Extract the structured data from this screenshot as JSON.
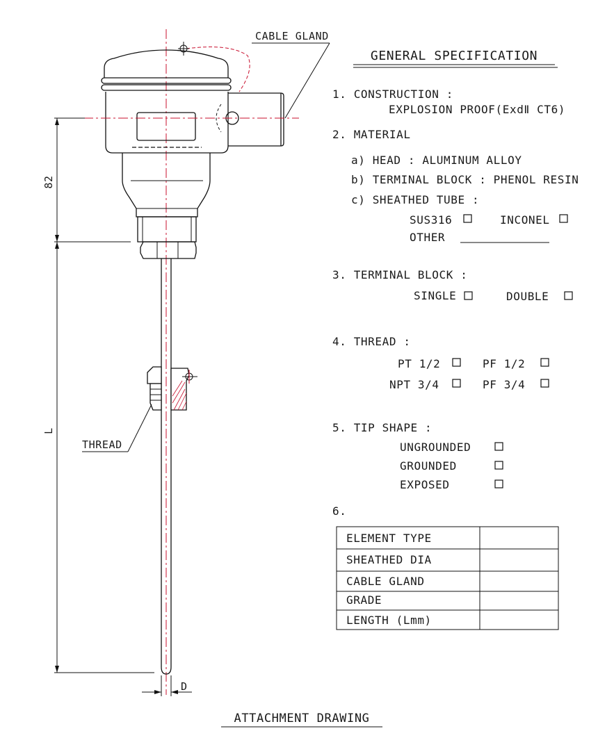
{
  "drawing": {
    "callouts": {
      "cable_gland": "CABLE GLAND",
      "thread": "THREAD"
    },
    "dimensions": {
      "head_height": "82",
      "length": "L",
      "diameter": "D"
    },
    "caption": "ATTACHMENT DRAWING"
  },
  "spec": {
    "title": "GENERAL SPECIFICATION",
    "construction": {
      "heading": "1. CONSTRUCTION :",
      "value": "EXPLOSION PROOF(ExdⅡ  CT6)"
    },
    "material": {
      "heading": "2. MATERIAL",
      "head": "a) HEAD : ALUMINUM ALLOY",
      "terminal_block": "b) TERMINAL BLOCK : PHENOL RESIN",
      "sheathed_tube": "c) SHEATHED TUBE :",
      "options": {
        "sus316": "SUS316",
        "inconel": "INCONEL",
        "other": "OTHER"
      }
    },
    "terminal_block": {
      "heading": "3. TERMINAL BLOCK :",
      "single": "SINGLE",
      "double": "DOUBLE"
    },
    "thread": {
      "heading": "4. THREAD :",
      "pt12": "PT 1/2",
      "pf12": "PF 1/2",
      "npt34": "NPT 3/4",
      "pf34": "PF 3/4"
    },
    "tip_shape": {
      "heading": "5. TIP SHAPE :",
      "ungrounded": "UNGROUNDED",
      "grounded": "GROUNDED",
      "exposed": "EXPOSED"
    },
    "item6": {
      "heading": "6.",
      "rows": [
        "ELEMENT TYPE",
        "SHEATHED DIA",
        "CABLE GLAND",
        "GRADE",
        "LENGTH (Lmm)"
      ]
    }
  }
}
